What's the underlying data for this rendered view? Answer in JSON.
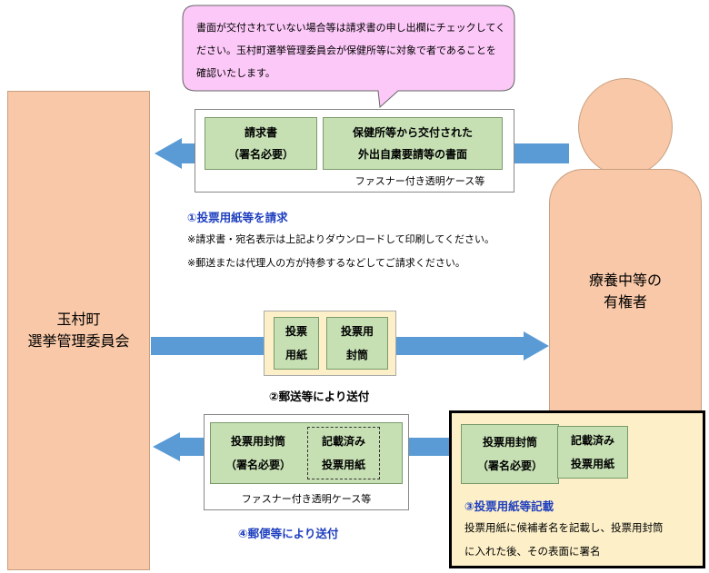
{
  "callout": {
    "text": "書面が交付されていない場合等は請求書の申し出欄にチェックしてください。玉村町選挙管理委員会が保健所等に対象で者であることを確認いたします。"
  },
  "left_panel": {
    "line1": "玉村町",
    "line2": "選挙管理委員会"
  },
  "right_person": {
    "line1": "療養中等の",
    "line2": "有権者"
  },
  "step1": {
    "request_box": {
      "line1": "請求書",
      "line2": "（署名必要）"
    },
    "cert_box": {
      "line1": "保健所等から交付された",
      "line2": "外出自粛要請等の書面"
    },
    "case_label": "ファスナー付き透明ケース等",
    "title": "①投票用紙等を請求",
    "note1": "※請求書・宛名表示は上記よりダウンロードして印刷してください。",
    "note2": "※郵送または代理人の方が持参するなどしてご請求ください。"
  },
  "step2": {
    "ballot_box": {
      "line1": "投票",
      "line2": "用紙"
    },
    "envelope_box": {
      "line1": "投票用",
      "line2": "封筒"
    },
    "title": "②郵送等により送付"
  },
  "step3": {
    "envelope_box": {
      "line1": "投票用封筒",
      "line2": "（署名必要）"
    },
    "filled_box": {
      "line1": "記載済み",
      "line2": "投票用紙"
    },
    "title": "③投票用紙等記載",
    "desc1": "投票用紙に候補者名を記載し、投票用封筒",
    "desc2": "に入れた後、その表面に署名"
  },
  "step4": {
    "envelope_box": {
      "line1": "投票用封筒",
      "line2": "（署名必要）"
    },
    "filled_box": {
      "line1": "記載済み",
      "line2": "投票用紙"
    },
    "case_label": "ファスナー付き透明ケース等",
    "title": "④郵便等により送付"
  },
  "colors": {
    "arrow": "#5b9bd5",
    "peach": "#f8c8a8",
    "green": "#c6e0b4",
    "callout": "#fcc8f8",
    "beige": "#fdf0c8",
    "title_blue": "#1f3fbf"
  }
}
